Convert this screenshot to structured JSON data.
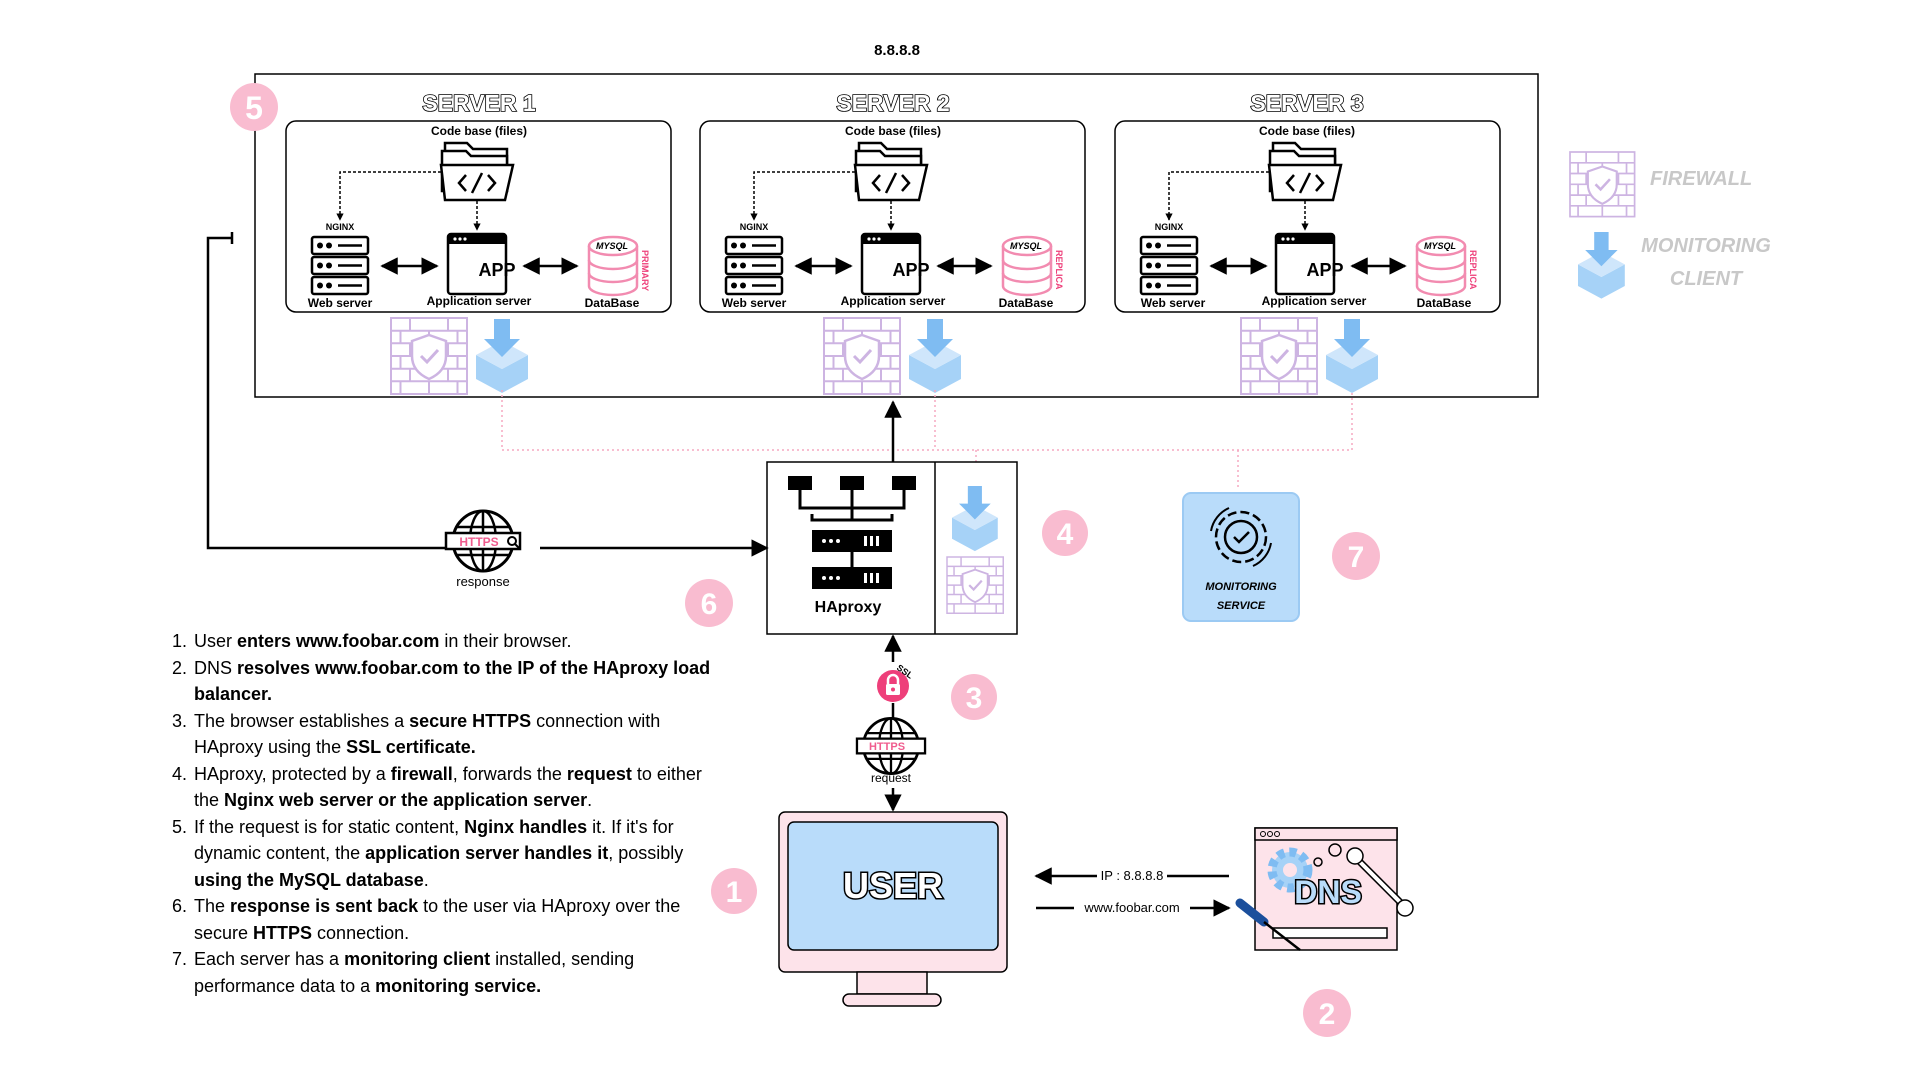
{
  "top_ip": "8.8.8.8",
  "servers": [
    {
      "title": "SERVER 1",
      "codebase": "Code base (files)",
      "web": "Web server",
      "nginx": "NGINX",
      "app_label": "APP",
      "app": "Application server",
      "db": "DataBase",
      "db_engine": "MYSQL",
      "db_role": "PRIMARY"
    },
    {
      "title": "SERVER 2",
      "codebase": "Code base (files)",
      "web": "Web server",
      "nginx": "NGINX",
      "app_label": "APP",
      "app": "Application server",
      "db": "DataBase",
      "db_engine": "MYSQL",
      "db_role": "REPLICA"
    },
    {
      "title": "SERVER 3",
      "codebase": "Code base (files)",
      "web": "Web server",
      "nginx": "NGINX",
      "app_label": "APP",
      "app": "Application server",
      "db": "DataBase",
      "db_engine": "MYSQL",
      "db_role": "REPLICA"
    }
  ],
  "legend": {
    "firewall": "FIREWALL",
    "monitoring_line1": "MONITORING",
    "monitoring_line2": "CLIENT"
  },
  "haproxy": "HAproxy",
  "monitoring_service": {
    "line1": "MONITORING",
    "line2": "SERVICE"
  },
  "https_badge": "HTTPS",
  "response": "response",
  "request": "request",
  "ssl": "SSL",
  "user": "USER",
  "dns": "DNS",
  "ip_arrow": "IP : 8.8.8.8",
  "domain_arrow": "www.foobar.com",
  "markers": [
    "1",
    "2",
    "3",
    "4",
    "5",
    "6",
    "7"
  ],
  "steps": [
    [
      {
        "t": "User "
      },
      {
        "t": "enters www.foobar.com",
        "b": true
      },
      {
        "t": " in their browser."
      }
    ],
    [
      {
        "t": "DNS "
      },
      {
        "t": "resolves www.foobar.com to the IP of the HAproxy load balancer.",
        "b": true
      }
    ],
    [
      {
        "t": "The browser establishes a "
      },
      {
        "t": "secure HTTPS",
        "b": true
      },
      {
        "t": " connection with HAproxy using the "
      },
      {
        "t": "SSL certificate.",
        "b": true
      }
    ],
    [
      {
        "t": "HAproxy, protected by a "
      },
      {
        "t": "firewall",
        "b": true
      },
      {
        "t": ", forwards the "
      },
      {
        "t": "request",
        "b": true
      },
      {
        "t": " to either the "
      },
      {
        "t": "Nginx web server or the application server",
        "b": true
      },
      {
        "t": "."
      }
    ],
    [
      {
        "t": "If the request is for static content, "
      },
      {
        "t": "Nginx handles",
        "b": true
      },
      {
        "t": " it. If it's for dynamic content, the "
      },
      {
        "t": "application server handles it",
        "b": true
      },
      {
        "t": ", possibly "
      },
      {
        "t": "using the MySQL database",
        "b": true
      },
      {
        "t": "."
      }
    ],
    [
      {
        "t": "The "
      },
      {
        "t": "response is sent back",
        "b": true
      },
      {
        "t": " to the user via HAproxy over the secure "
      },
      {
        "t": "HTTPS",
        "b": true
      },
      {
        "t": " connection."
      }
    ],
    [
      {
        "t": "Each server has a "
      },
      {
        "t": "monitoring client",
        "b": true
      },
      {
        "t": " installed, sending performance data to a "
      },
      {
        "t": "monitoring service.",
        "b": true
      }
    ]
  ],
  "colors": {
    "pink_marker": "#f9bcd0",
    "firewall_purple": "#cdb4e2",
    "monitor_blue": "#a6d2f7",
    "user_screen": "#b9dcfa",
    "monitor_box": "#b9dcfa",
    "dotted_pink": "#f6a8c1",
    "https_pink": "#f05c8e",
    "lock_pink": "#ee3f7a"
  }
}
